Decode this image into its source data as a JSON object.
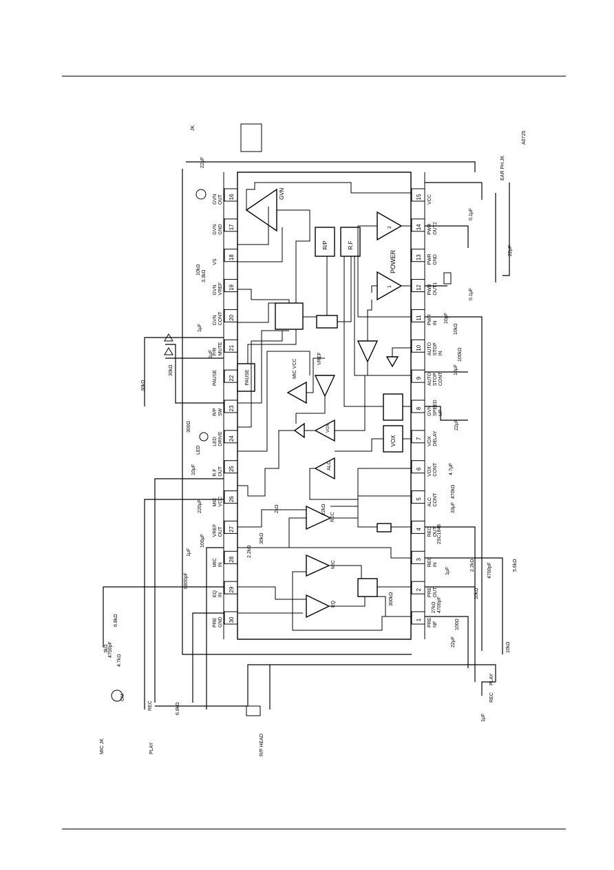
{
  "figure_code": "A0725",
  "ic": {
    "pins_bottom": [
      {
        "num": "1",
        "name": "PRE NF"
      },
      {
        "num": "2",
        "name": "PRE OUT"
      },
      {
        "num": "3",
        "name": "REC IN"
      },
      {
        "num": "4",
        "name": "REC OUT"
      },
      {
        "num": "5",
        "name": "ALC CONT"
      },
      {
        "num": "6",
        "name": "VOX CONT"
      },
      {
        "num": "7",
        "name": "VOX DELAY"
      },
      {
        "num": "8",
        "name": "GVN SPEED UP"
      },
      {
        "num": "9",
        "name": "AUTO STOP CONT"
      },
      {
        "num": "10",
        "name": "AUTO STOP IN"
      },
      {
        "num": "11",
        "name": "PWR IN"
      },
      {
        "num": "12",
        "name": "PWR OUT1"
      },
      {
        "num": "13",
        "name": "PWR GND"
      },
      {
        "num": "14",
        "name": "PWR OUT2"
      },
      {
        "num": "15",
        "name": "VCC"
      }
    ],
    "pins_top": [
      {
        "num": "16",
        "name": "GVN OUT"
      },
      {
        "num": "17",
        "name": "GVN GND"
      },
      {
        "num": "18",
        "name": "VS"
      },
      {
        "num": "19",
        "name": "GVN VREF"
      },
      {
        "num": "20",
        "name": "GVN CONT"
      },
      {
        "num": "21",
        "name": "P/R MUTE"
      },
      {
        "num": "22",
        "name": "PAUSE"
      },
      {
        "num": "23",
        "name": "R/P SW"
      },
      {
        "num": "24",
        "name": "LED DRIVE"
      },
      {
        "num": "25",
        "name": "R.F OUT"
      },
      {
        "num": "26",
        "name": "MIC VCC"
      },
      {
        "num": "27",
        "name": "VREF OUT"
      },
      {
        "num": "28",
        "name": "MIC IN"
      },
      {
        "num": "29",
        "name": "EQ IN"
      },
      {
        "num": "30",
        "name": "PRE GND"
      }
    ],
    "blocks": {
      "gvn": "GVN",
      "rp": "R/P",
      "rf": "R.F",
      "power": "POWER",
      "pause": "PAUSE",
      "vref": "VREF",
      "mic_vcc": "MIC VCC",
      "vox_amp": "VOX",
      "vox_box": "VOX",
      "alc": "ALC",
      "rec_amp": "REC",
      "rec_res": "22kΩ",
      "mic_amp": "MIC",
      "eq_amp": "EQ",
      "eq_res": "300kΩ",
      "amp1": "1",
      "amp2": "2"
    }
  },
  "components": {
    "top_left": [
      "JK",
      "22μF",
      "10kΩ",
      "3.3kΩ",
      "1μF",
      "1μF",
      "30kΩ",
      "30kΩ",
      "300Ω",
      "LED",
      "10μF",
      "220μF",
      "100μF",
      "1μF",
      "2.2kΩ",
      "30kΩ",
      "2kΩ",
      "6800pF"
    ],
    "left": [
      "MIC JK",
      "3kΩ",
      "4.7kΩ",
      "6.8kΩ",
      "4700pF",
      "CM",
      "REC",
      "PLAY",
      "6.8kΩ",
      "R/P HEAD"
    ],
    "right": [
      "EAR PH.JK",
      "0.1μF",
      "22μF",
      "0.1μF",
      "10μF",
      "10kΩ",
      "100kΩ",
      "10μF",
      "22μF",
      "4.7μF",
      "470kΩ",
      "33μF",
      "2SC1846",
      "1μF",
      "2.2kΩ",
      "4700pF",
      "5.6kΩ",
      "10kΩ",
      "27kΩ",
      "4700pF",
      "22μF",
      "100Ω",
      "10kΩ",
      "PLAY",
      "REC",
      "1μF"
    ]
  }
}
